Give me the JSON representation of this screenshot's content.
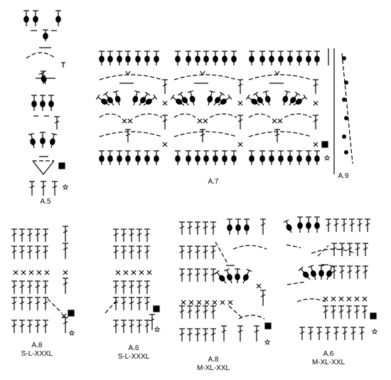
{
  "labels": {
    "a5": "A.5",
    "a7": "A.7",
    "a9": "A.9",
    "a8_sl": "A.8",
    "a8_sl_size": "S-L-XXXL",
    "a6_sl": "A.6",
    "a6_sl_size": "S-L-XXXL",
    "a8_mx": "A.8",
    "a8_mx_size": "M-XL-XXL",
    "a6_mx": "A.6",
    "a6_mx_size": "M-XL-XXL"
  },
  "legend_symbols": {
    "square": "filled-square",
    "star": "star-outline",
    "bobble": "bobble-stitch",
    "treble": "treble-crochet",
    "single": "single-crochet-x",
    "chain": "chain-arc"
  },
  "colors": {
    "ink": "#000000",
    "background": "#ffffff"
  }
}
